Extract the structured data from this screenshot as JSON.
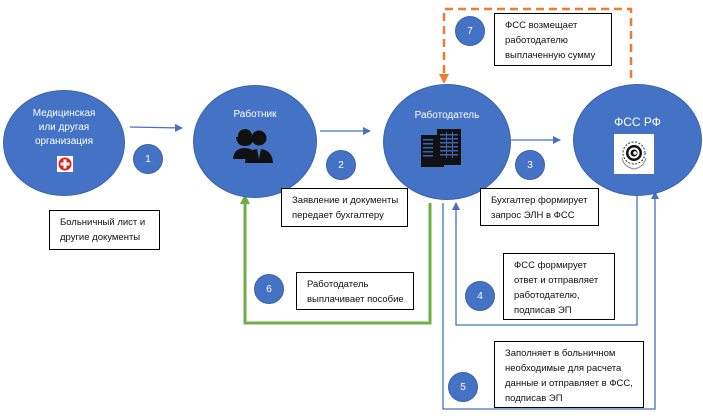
{
  "colors": {
    "node_fill": "#4472c4",
    "arrow_blue": "#4472c4",
    "arrow_green": "#70ad47",
    "arrow_orange": "#ed7d31"
  },
  "nodes": {
    "medical": {
      "title": "Медицинская\nили другая\nорганизация",
      "icon": "red-cross-icon"
    },
    "employee": {
      "title": "Работник",
      "icon": "people-icon"
    },
    "employer": {
      "title": "Работодатель",
      "icon": "buildings-icon"
    },
    "fss": {
      "title": "ФСС РФ",
      "icon": "fss-emblem-icon"
    }
  },
  "steps": [
    {
      "number": "1",
      "text": "Больничный лист и\nдругие документы"
    },
    {
      "number": "2",
      "text": "Заявление и документы\nпередает бухгалтеру"
    },
    {
      "number": "3",
      "text": "Бухгалтер формирует\nзапрос ЭЛН в ФСС"
    },
    {
      "number": "4",
      "text": "ФСС формирует\nответ и отправляет\nработодателю,\nподписав ЭП"
    },
    {
      "number": "5",
      "text": "Заполняет в больничном\nнеобходимые для расчета\nданные и отправляет в ФСС,\nподписав ЭП"
    },
    {
      "number": "6",
      "text": "Работодатель\nвыплачивает пособие"
    },
    {
      "number": "7",
      "text": "ФСС возмещает\nработодателю\nвыплаченную сумму"
    }
  ]
}
